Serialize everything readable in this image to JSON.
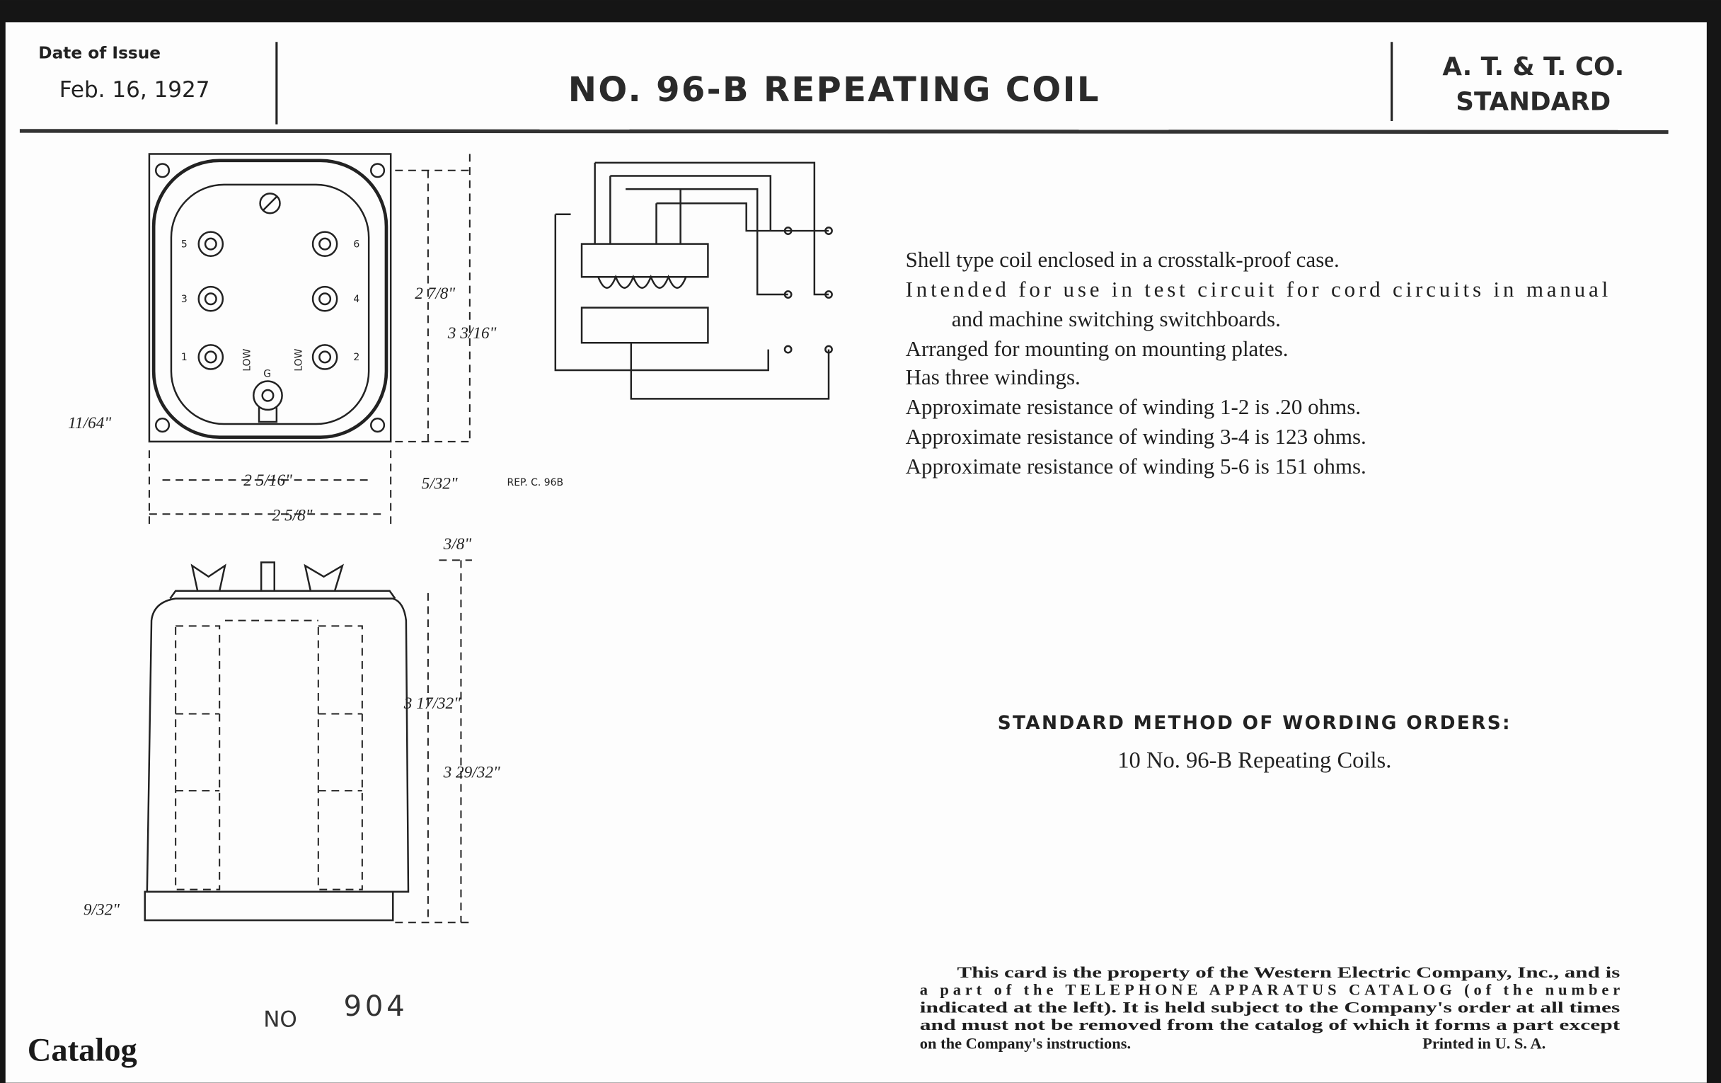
{
  "header": {
    "date_label": "Date of Issue",
    "date_value": "Feb. 16, 1927",
    "title": "NO. 96-B REPEATING COIL",
    "org_line1": "A. T. & T. CO.",
    "org_line2": "STANDARD"
  },
  "description": [
    "Shell type coil enclosed in a crosstalk-proof case.",
    "Intended for use in test circuit for cord circuits in manual",
    "and machine switching switchboards.",
    "Arranged for mounting on mounting plates.",
    "Has three windings.",
    "Approximate resistance of winding 1-2 is .20 ohms.",
    "Approximate resistance of winding 3-4 is 123 ohms.",
    "Approximate resistance of winding 5-6 is 151 ohms."
  ],
  "ordering": {
    "heading": "STANDARD METHOD OF WORDING ORDERS:",
    "example": "10 No. 96-B Repeating Coils."
  },
  "drawing": {
    "ref": "REP. C. 96B",
    "dims": {
      "height_inner": "2 7/8\"",
      "height_outer": "3 3/16\"",
      "offset": "11/64\"",
      "width_inner": "2 5/16\"",
      "width_outer": "2 5/8\"",
      "edge": "5/32\"",
      "terminal": "3/8\"",
      "body_height": "3 17/32\"",
      "total_height": "3 29/32\"",
      "base": "9/32\""
    },
    "terminals": [
      "5",
      "6",
      "3",
      "4",
      "1",
      "LOW",
      "2",
      "G",
      "LOW"
    ]
  },
  "footer": {
    "notice": [
      "This card is the property of the Western Electric Company, Inc., and is",
      "a part of the TELEPHONE APPARATUS CATALOG (of the number",
      "indicated at the left).  It is held subject to the Company's order at all times",
      "and must not be removed from the catalog of which it forms a part except",
      "on the Company's instructions."
    ],
    "printed": "Printed in U. S. A.",
    "no_label": "NO",
    "no_value": "904",
    "catalog": "Catalog"
  }
}
